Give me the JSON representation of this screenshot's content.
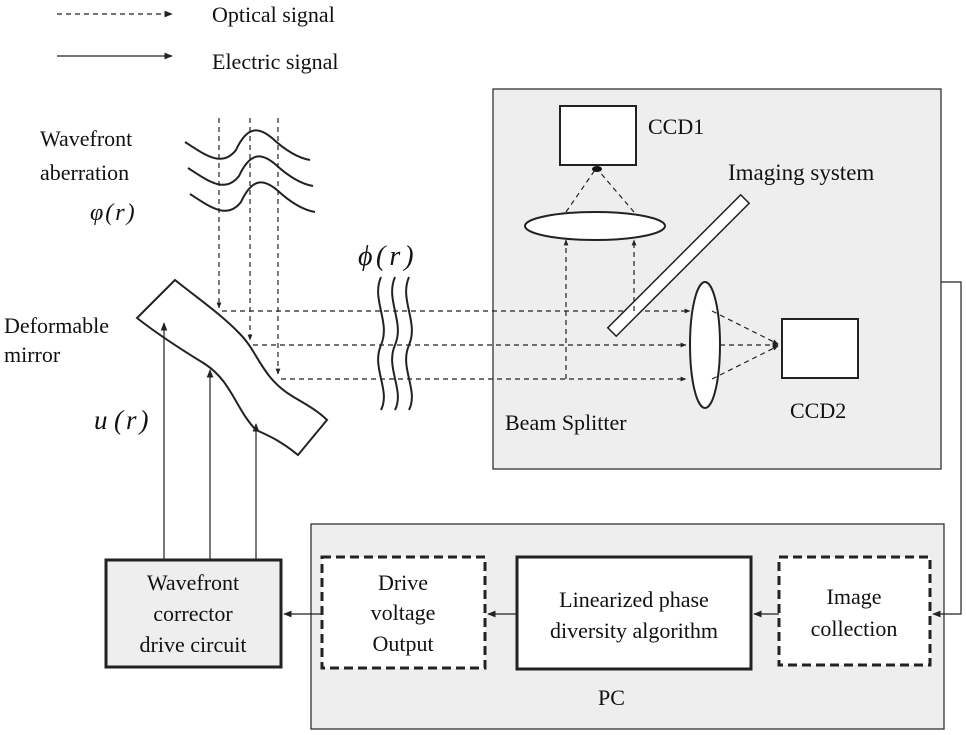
{
  "legend": {
    "optical": "Optical signal",
    "electric": "Electric signal"
  },
  "labels": {
    "wavefront_line1": "Wavefront",
    "wavefront_line2": "aberration",
    "phi_in": "φ(r)",
    "phi_out_symbol": "ϕ",
    "phi_out_arg": "(r)",
    "dm_line1": "Deformable",
    "dm_line2": "mirror",
    "u_symbol": "u",
    "u_arg": "(r)",
    "ccd1": "CCD1",
    "ccd2": "CCD2",
    "imaging_system": "Imaging system",
    "beam_splitter": "Beam Splitter",
    "pc": "PC"
  },
  "boxes": {
    "drive_circuit": [
      "Wavefront",
      "corrector",
      "drive circuit"
    ],
    "drive_voltage": [
      "Drive",
      "voltage",
      "Output"
    ],
    "algorithm": [
      "Linearized phase",
      "diversity algorithm"
    ],
    "image_collection": [
      "Image",
      "collection"
    ]
  },
  "colors": {
    "panel_fill": "#eeeeee",
    "stroke": "#222222",
    "background": "#ffffff"
  }
}
